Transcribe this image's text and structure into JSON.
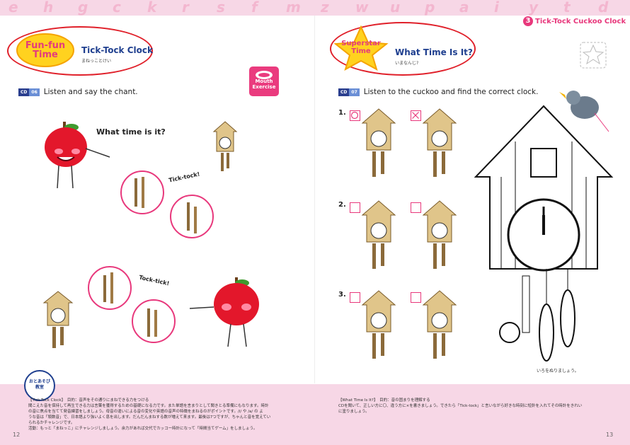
{
  "banner_letters": [
    "e",
    "h",
    "g",
    "c",
    "k",
    "r",
    "s",
    "f",
    "m",
    "z",
    "w",
    "u",
    "p",
    "a",
    "i",
    "y",
    "t",
    "d"
  ],
  "chapter": {
    "number": "3",
    "title": "Tick-Tock Cuckoo Clock"
  },
  "left_page": {
    "badge": "Fun-fun\nTime",
    "title": "Tick-Tock Clock",
    "subtitle": "まねっことけい",
    "cd_label": "CD",
    "cd_track": "06",
    "instruction": "Listen and say the chant.",
    "mouth_badge": "Mouth\nExercise",
    "speech_question": "What time is it?",
    "tick_tock": "Tick-tock!",
    "tock_tick": "Tock-tick!",
    "page_number": "12"
  },
  "right_page": {
    "badge": "Superstar\nTime",
    "title": "What Time Is It?",
    "subtitle": "いまなんじ?",
    "cd_label": "CD",
    "cd_track": "07",
    "instruction": "Listen to the cuckoo and find the correct clock.",
    "questions": [
      {
        "number": "1.",
        "boxes": [
          "circle",
          "cross"
        ]
      },
      {
        "number": "2.",
        "boxes": [
          "empty",
          "empty"
        ]
      },
      {
        "number": "3.",
        "boxes": [
          "empty",
          "empty"
        ]
      }
    ],
    "color_note": "いろをぬりましょう。",
    "page_number": "13"
  },
  "otona_badge": "おとあそび\n教室",
  "footer_left": [
    "【Tick-Tock Clock】　目的：音声をその通りにまねできる力をつける",
    "聞こえた音を保持して再生できる力は言葉を獲得するための基礎になる力です。また単語を言まりとして聞きとる準備にもなります。時計",
    "の音に焦点を当てて発音練習をしましょう。母音の違いによる音の変化や英語の音声の特徴をまねるのがポイントです。/i/ や /a/ の よ",
    "うな音は「頭数音」で、日本語より強いよく息を出します。だんだんまねする数が増えて来ます。最後は7つですが、ちゃんと音を覚えてい",
    "られるかチャレンジです。",
    "活動：もっと「まねっこ」にチャレンジしましょう。余力があれば交代でカッコー時計になって「時間当てゲーム」をしましょう。"
  ],
  "footer_right": [
    "【What Time Is It?】　目的：音の固まりを理解する",
    "CDを聞いて、正しい方に〇、違う方に×を書きましょう。できたら「Tick-tock」と言いながら好きな時刻に短針を入れてその時計をきれい",
    "に塗りましょう。"
  ],
  "colors": {
    "pink_band": "#f7d7e6",
    "accent_pink": "#e8387c",
    "navy": "#1f3f8f",
    "oval_red": "#e0202a"
  }
}
